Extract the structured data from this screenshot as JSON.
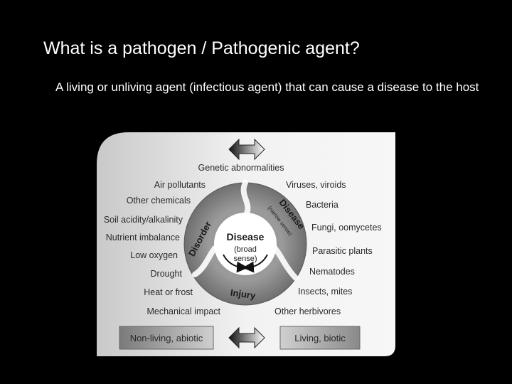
{
  "slide": {
    "title": "What is a pathogen / Pathogenic agent?",
    "body": "A living or unliving agent (infectious agent) that can cause a disease to the host"
  },
  "diagram": {
    "top_center_label": "Genetic abnormalities",
    "left_labels": [
      "Air pollutants",
      "Other chemicals",
      "Soil acidity/alkalinity",
      "Nutrient imbalance",
      "Low oxygen",
      "Drought",
      "Heat or frost",
      "Mechanical impact"
    ],
    "right_labels": [
      "Viruses, viroids",
      "Bacteria",
      "Fungi, oomycetes",
      "Parasitic plants",
      "Nematodes",
      "Insects, mites",
      "Other herbivores"
    ],
    "ring": {
      "disorder": "Disorder",
      "disease_narrow": "Disease",
      "narrow_sense": "(narrow sense)",
      "injury": "Injury"
    },
    "center": {
      "title": "Disease",
      "sub1": "(broad",
      "sub2": "sense)"
    },
    "bottom_left_box": "Non-living, abiotic",
    "bottom_right_box": "Living, biotic"
  }
}
